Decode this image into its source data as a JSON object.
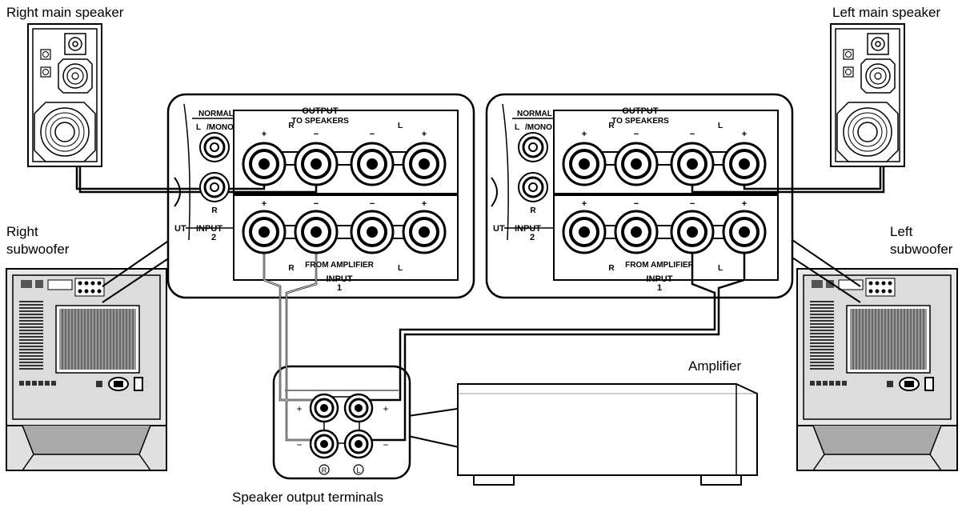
{
  "labels": {
    "right_main_speaker": "Right main speaker",
    "left_main_speaker": "Left main speaker",
    "right_subwoofer_line1": "Right",
    "right_subwoofer_line2": "subwoofer",
    "left_subwoofer_line1": "Left",
    "left_subwoofer_line2": "subwoofer",
    "amplifier": "Amplifier",
    "speaker_output_terminals": "Speaker output terminals"
  },
  "panel": {
    "normal": "NORMAL",
    "mono": "/MONO",
    "mono_prefix": "L",
    "output": "OUTPUT",
    "to_speakers": "TO SPEAKERS",
    "input": "INPUT",
    "input_2_num": "2",
    "input_1_num": "1",
    "from_amplifier": "FROM AMPLIFIER",
    "ut": "UT",
    "plus": "+",
    "minus": "−",
    "r": "R",
    "l": "L"
  },
  "terminals": {
    "plus": "+",
    "minus": "−",
    "r": "R",
    "l": "L"
  }
}
